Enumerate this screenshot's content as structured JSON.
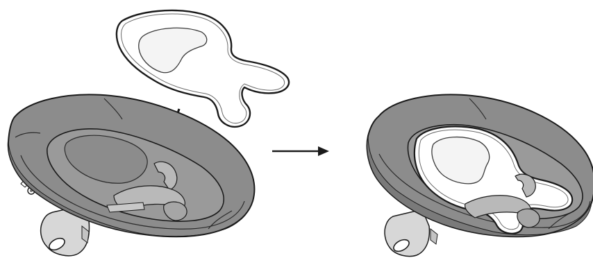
{
  "figure": {
    "steps": [
      {
        "id": "step-1",
        "items": [
          "infant-insert",
          "bouncer-seat",
          "placement-arrow"
        ]
      },
      {
        "id": "step-2",
        "items": [
          "bouncer-seat-with-insert"
        ]
      }
    ],
    "transition": "arrow-right"
  },
  "colors": {
    "seat_fabric": "#8c8c8c",
    "seat_fabric_dark": "#7a7a7a",
    "seat_fabric_light": "#a6a6a6",
    "strap": "#b9b9b9",
    "insert": "#ffffff",
    "insert_inner": "#f4f4f4",
    "frame": "#d7d7d7",
    "line": "#1a1a1a"
  }
}
